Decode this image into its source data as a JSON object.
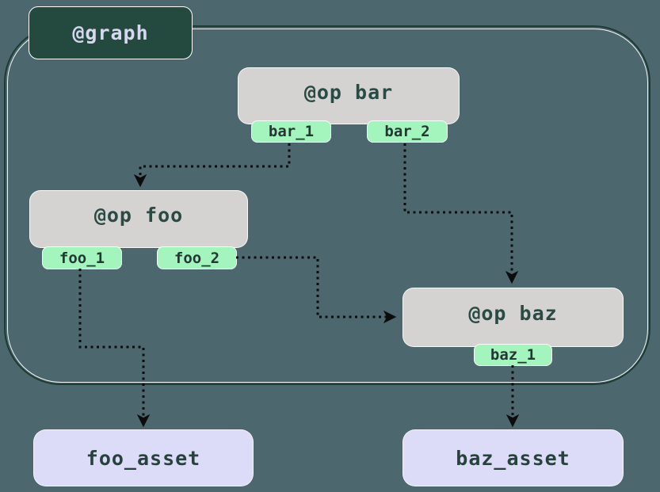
{
  "graph": {
    "label": "@graph"
  },
  "ops": [
    {
      "id": "bar",
      "label": "@op bar",
      "outputs": [
        {
          "id": "bar_1",
          "label": "bar_1"
        },
        {
          "id": "bar_2",
          "label": "bar_2"
        }
      ]
    },
    {
      "id": "foo",
      "label": "@op foo",
      "outputs": [
        {
          "id": "foo_1",
          "label": "foo_1"
        },
        {
          "id": "foo_2",
          "label": "foo_2"
        }
      ]
    },
    {
      "id": "baz",
      "label": "@op baz",
      "outputs": [
        {
          "id": "baz_1",
          "label": "baz_1"
        }
      ]
    }
  ],
  "assets": [
    {
      "id": "foo_asset",
      "label": "foo_asset"
    },
    {
      "id": "baz_asset",
      "label": "baz_asset"
    }
  ],
  "edges": [
    {
      "from": "bar_1",
      "to": "op foo"
    },
    {
      "from": "bar_2",
      "to": "op baz"
    },
    {
      "from": "foo_2",
      "to": "op baz"
    },
    {
      "from": "foo_1",
      "to": "foo_asset"
    },
    {
      "from": "baz_1",
      "to": "baz_asset"
    }
  ],
  "colors": {
    "background": "#4c676e",
    "graph_border": "#1e3b34",
    "graph_border_highlight": "#ffffff",
    "graph_label_bg": "#24493f",
    "graph_label_text": "#d7d8ef",
    "op_fill": "#d5d3d1",
    "op_text": "#2a4a44",
    "output_tab_fill": "#a4f4bd",
    "output_tab_text": "#233733",
    "asset_fill": "#dcdbf8",
    "asset_text": "#27423c",
    "edge": "#0c0c0c"
  }
}
